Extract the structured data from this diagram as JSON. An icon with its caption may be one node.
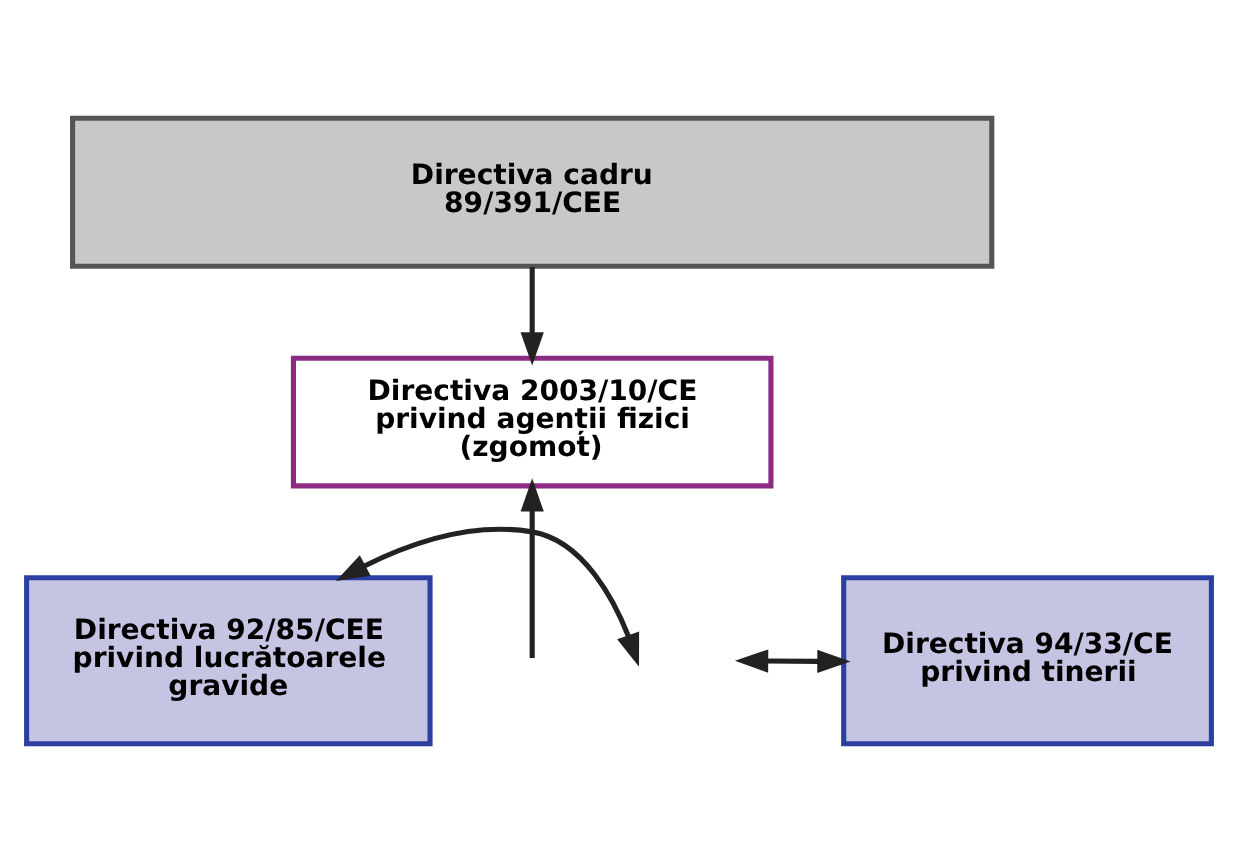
{
  "diagram": {
    "nodes": [
      {
        "text": [
          "Directiva cadru 89/391/CEE"
        ]
      },
      {
        "text": [
          "Directiva 2003/10/CE privind agenții fizici (zgomot)"
        ]
      },
      {
        "text": [
          "Directiva 92/85/CEE privind lucrătoarele gravide"
        ]
      },
      {
        "text": [
          "Directiva 94/33/CE privind tinerii"
        ]
      }
    ],
    "edges": [
      {
        "from": 0,
        "to": 1,
        "arrow": "to"
      },
      {
        "from": null,
        "to": 1,
        "arrow": "to"
      },
      {
        "from": 2,
        "to": null,
        "arrow": "both"
      },
      {
        "from": null,
        "to": 3,
        "arrow": "both"
      }
    ]
  }
}
